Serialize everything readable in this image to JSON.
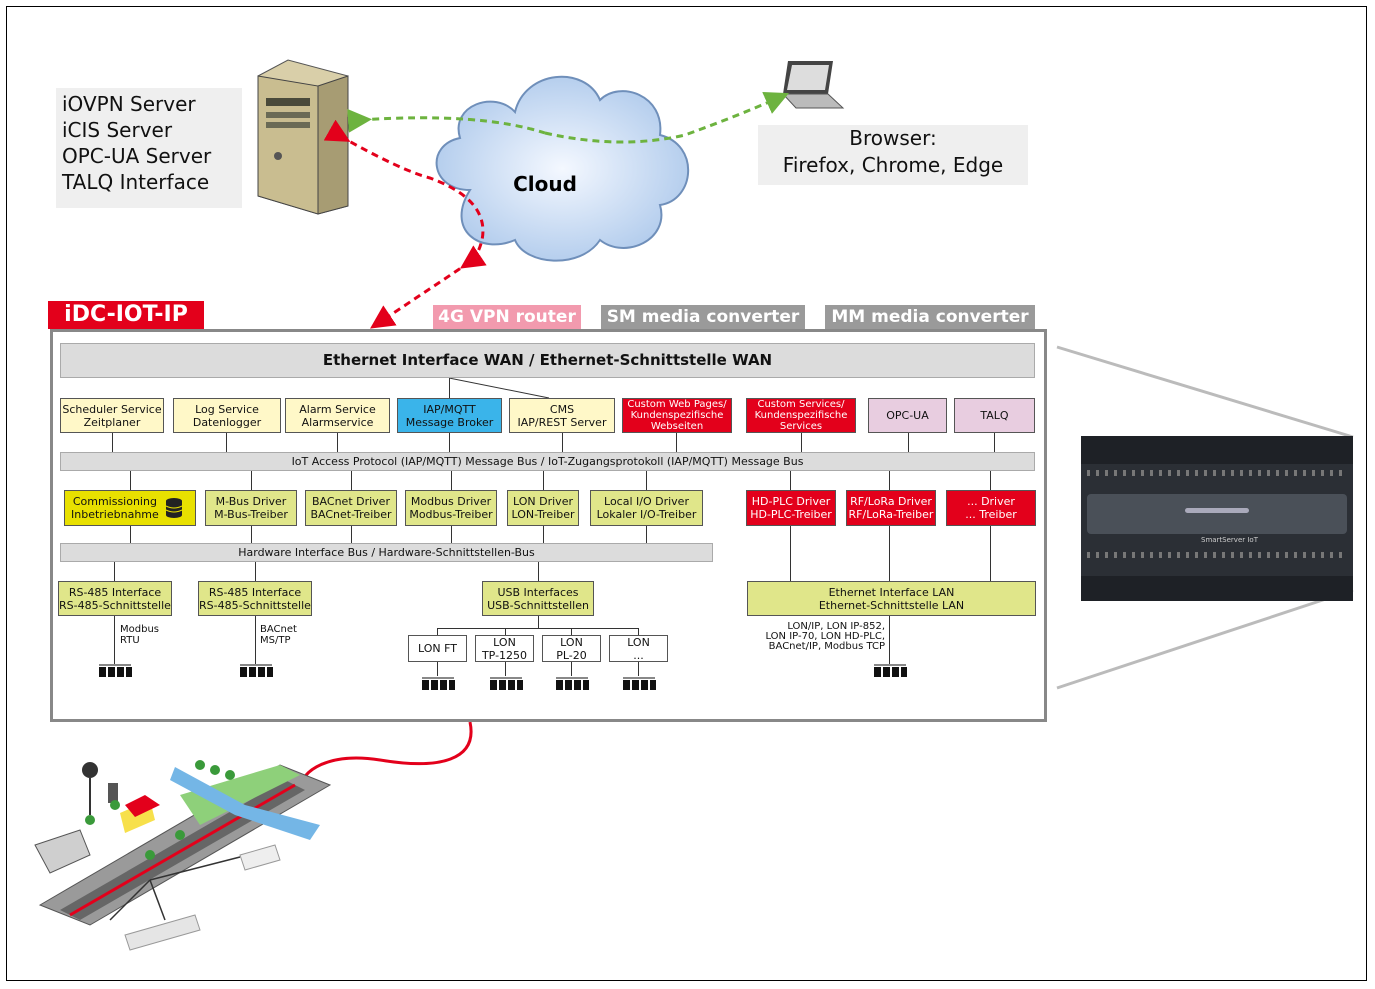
{
  "servers": {
    "lines": [
      "iOVPN Server",
      "iCIS Server",
      "OPC-UA Server",
      "TALQ Interface"
    ]
  },
  "browser": {
    "lines": [
      "Browser:",
      "Firefox, Chrome, Edge"
    ]
  },
  "cloud": {
    "label": "Cloud"
  },
  "device": {
    "title": "iDC-IOT-IP",
    "options": [
      {
        "label": "4G VPN router",
        "color": "#f29aae"
      },
      {
        "label": "SM media converter",
        "color": "#9a9a9a"
      },
      {
        "label": "MM media converter",
        "color": "#9a9a9a"
      }
    ]
  },
  "wan_bus": "Ethernet Interface WAN / Ethernet-Schnittstelle WAN",
  "services": [
    "Scheduler Service\nZeitplaner",
    "Log Service\nDatenlogger",
    "Alarm Service\nAlarmservice",
    "IAP/MQTT\nMessage Broker",
    "CMS\nIAP/REST Server",
    "Custom Web Pages/\nKundenspezifische\nWebseiten",
    "Custom Services/\nKundenspezifische\nServices",
    "OPC-UA",
    "TALQ"
  ],
  "iap_bus": "IoT Access Protocol (IAP/MQTT) Message Bus / IoT-Zugangsprotokoll (IAP/MQTT) Message Bus",
  "drivers": [
    "Commissioning\nInbetriebnahme",
    "M-Bus Driver\nM-Bus-Treiber",
    "BACnet Driver\nBACnet-Treiber",
    "Modbus Driver\nModbus-Treiber",
    "LON Driver\nLON-Treiber",
    "Local I/O Driver\nLokaler I/O-Treiber",
    "HD-PLC Driver\nHD-PLC-Treiber",
    "RF/LoRa Driver\nRF/LoRa-Treiber",
    "... Driver\n... Treiber"
  ],
  "hw_bus": "Hardware Interface Bus / Hardware-Schnittstellen-Bus",
  "interfaces": [
    "RS-485 Interface\nRS-485-Schnittstelle",
    "RS-485 Interface\nRS-485-Schnittstelle",
    "USB Interfaces\nUSB-Schnittstellen",
    "Ethernet Interface LAN\nEthernet-Schnittstelle LAN"
  ],
  "protocols": [
    "Modbus\nRTU",
    "BACnet\nMS/TP"
  ],
  "usb_devices": [
    "LON FT",
    "LON\nTP-1250",
    "LON\nPL-20",
    "LON\n..."
  ],
  "lan_protocols": "LON/IP, LON IP-852,\nLON IP-70, LON HD-PLC,\nBACnet/IP, Modbus TCP",
  "product_label": "SmartServer IoT"
}
